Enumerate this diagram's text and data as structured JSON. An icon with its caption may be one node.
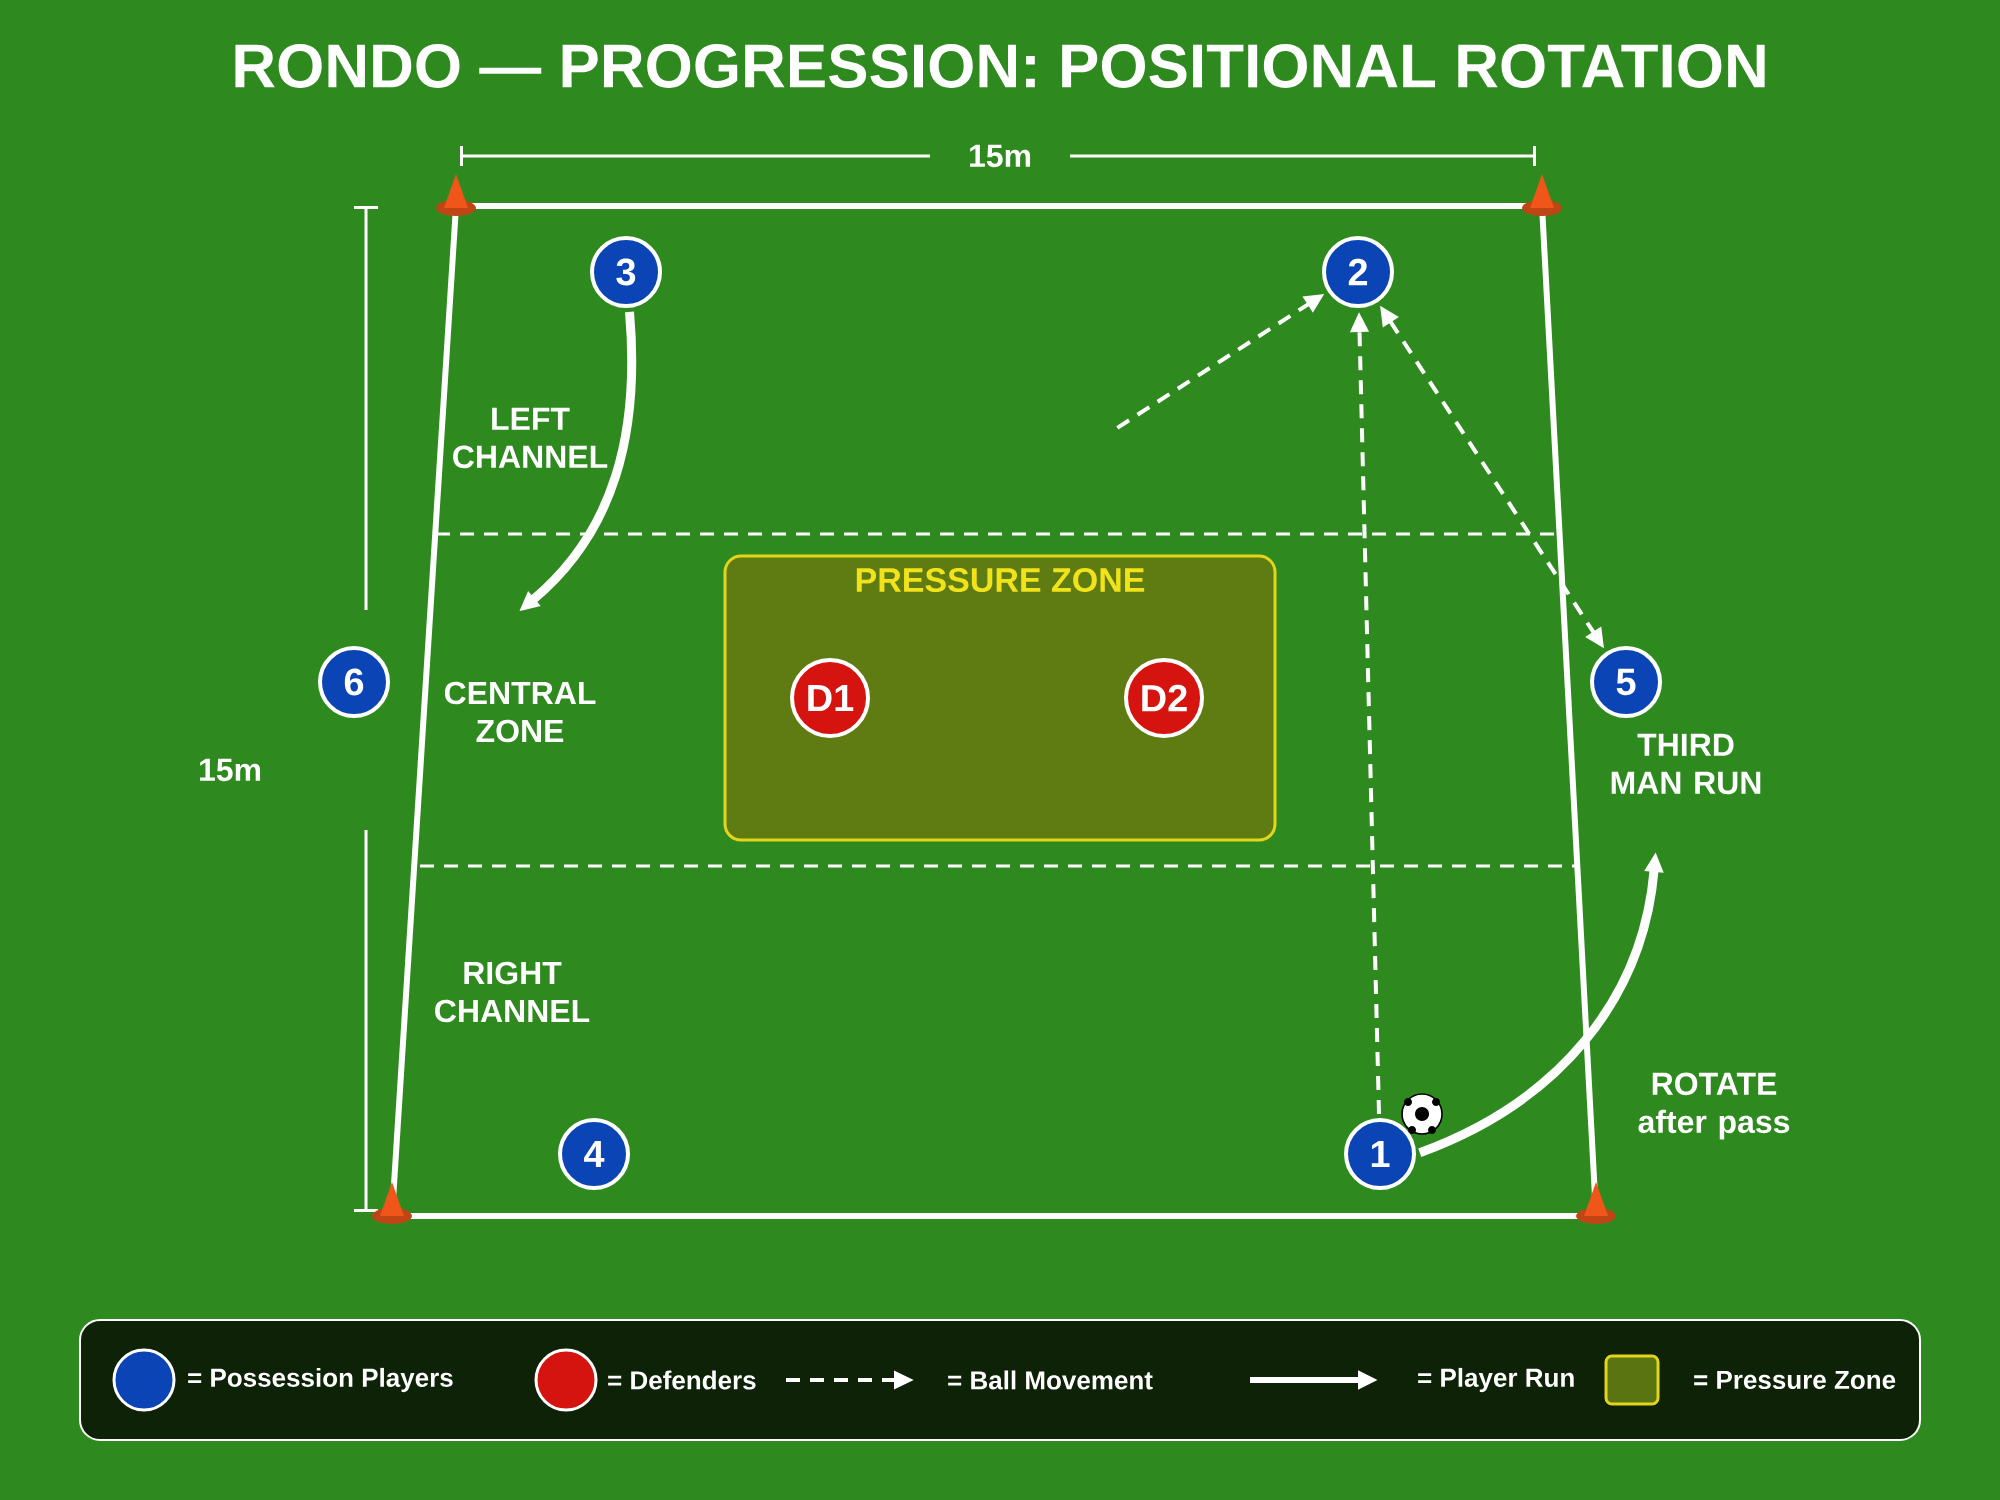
{
  "diagram": {
    "title": "RONDO — PROGRESSION: POSITIONAL ROTATION",
    "nodes": [
      {
        "text": [
          "3"
        ]
      },
      {
        "text": [
          "2"
        ]
      },
      {
        "text": [
          "PRESSURE ZONE"
        ]
      },
      {
        "text": [
          "D1"
        ],
        "in": 2
      },
      {
        "text": [
          "D2"
        ],
        "in": 2
      },
      {
        "text": [
          "6"
        ]
      },
      {
        "text": [
          "5"
        ]
      },
      {
        "text": [
          "4"
        ]
      },
      {
        "text": [
          "1"
        ]
      }
    ],
    "edges": [
      {
        "from": 8,
        "to": 1,
        "arrow": "to",
        "style": "dashed"
      },
      {
        "from": null,
        "to": 1,
        "arrow": "to",
        "style": "dashed"
      },
      {
        "from": 1,
        "to": 6,
        "arrow": "both",
        "style": "dashed"
      },
      {
        "from": 0,
        "to": null,
        "arrow": "to",
        "style": "thick"
      },
      {
        "from": 8,
        "to": null,
        "arrow": "to",
        "style": "thick"
      }
    ],
    "labels": [
      "15m",
      "LEFT CHANNEL",
      "CENTRAL ZONE",
      "15m",
      "THIRD MAN RUN",
      "RIGHT CHANNEL",
      "ROTATE after pass"
    ],
    "legend": [
      {
        "text": "= Possession Players",
        "color": "#0b45b5"
      },
      {
        "text": "= Defenders",
        "color": "#d6140f"
      },
      {
        "text": "= Ball Movement"
      },
      {
        "text": "= Player Run"
      },
      {
        "text": "= Pressure Zone",
        "color": "#5a7412"
      }
    ]
  }
}
